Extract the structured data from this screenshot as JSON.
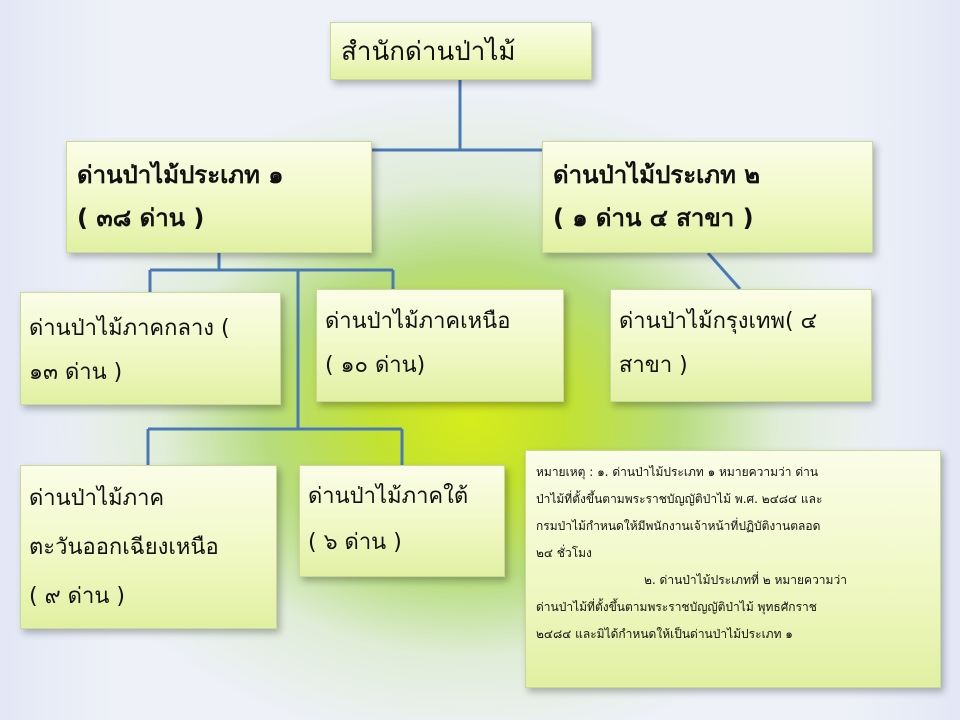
{
  "top": {
    "title": "สำนักด่านป่าไม้"
  },
  "type1": {
    "line1": "ด่านป่าไม้ประเภท ๑",
    "line2": "( ๓๘ ด่าน )"
  },
  "type2": {
    "line1": "ด่านป่าไม้ประเภท ๒",
    "line2": "( ๑ ด่าน ๔ สาขา )"
  },
  "central": {
    "line1": "ด่านป่าไม้ภาคกลาง (",
    "line2": "๑๓ ด่าน )"
  },
  "north": {
    "line1": "ด่านป่าไม้ภาคเหนือ",
    "line2": "( ๑๐ ด่าน)"
  },
  "bangkok": {
    "line1": "ด่านป่าไม้กรุงเทพ( ๔",
    "line2": "สาขา )"
  },
  "northeast": {
    "line1": "ด่านป่าไม้ภาค",
    "line2": "ตะวันออกเฉียงเหนือ",
    "line3": "( ๙ ด่าน )"
  },
  "south": {
    "line1": "ด่านป่าไม้ภาคใต้",
    "line2": "( ๖ ด่าน )"
  },
  "note": {
    "line1": "หมายเหตุ : ๑. ด่านป่าไม้ประเภท ๑ หมายความว่า ด่าน",
    "line2": "ป่าไม้ที่ตั้งขึ้นตามพระราชบัญญัติป่าไม้ พ.ศ. ๒๔๘๔ และ",
    "line3": "กรมป่าไม้กำหนดให้มีพนักงานเจ้าหน้าที่ปฏิบัติงานตลอด",
    "line4": "๒๔ ชั่วโมง",
    "line5": "๒. ด่านป่าไม้ประเภทที่ ๒ หมายความว่า",
    "line6": "ด่านป่าไม้ที่ตั้งขึ้นตามพระราชบัญญัติป่าไม้ พุทธศักราช",
    "line7": "๒๔๘๔ และมิได้กำหนดให้เป็นด่านป่าไม้ประเภท ๑"
  },
  "colors": {
    "connector": "#4a7ab5",
    "box_fill": "#f0f8c4",
    "glow": "#d6ec1c"
  }
}
